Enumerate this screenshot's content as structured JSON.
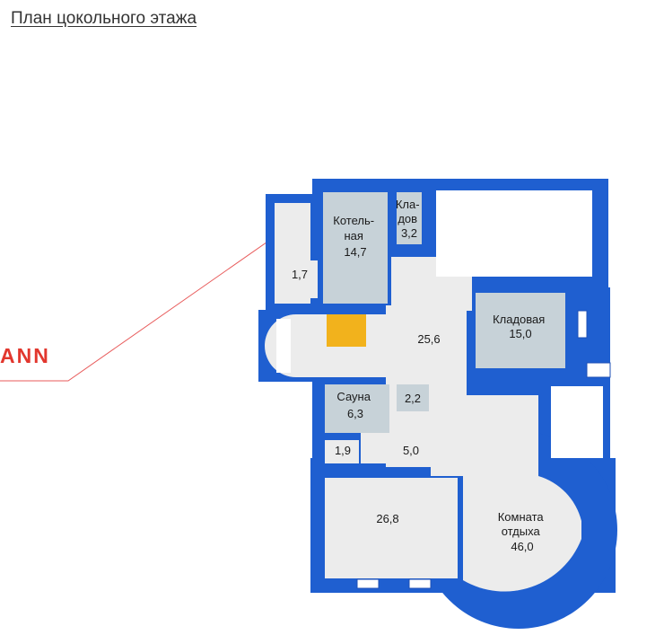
{
  "page": {
    "title": "План цокольного этажа",
    "brand_fragment": "ANN"
  },
  "colors": {
    "wall": "#1f5fd0",
    "wall_dark": "#1c4fb6",
    "floor": "#ececec",
    "tile": "#c7d2d8",
    "stairs": "#f2b21c",
    "leader_line": "#e85b5b",
    "brand": "#e2372e"
  },
  "rooms": [
    {
      "id": "boiler",
      "lines": [
        "Котель-",
        "ная",
        "14,7"
      ]
    },
    {
      "id": "pantry-small",
      "lines": [
        "Кла-",
        "дов",
        "3,2"
      ]
    },
    {
      "id": "hall-top-left",
      "lines": [
        "1,7"
      ]
    },
    {
      "id": "hall",
      "lines": [
        "25,6"
      ]
    },
    {
      "id": "pantry",
      "lines": [
        "Кладовая",
        "15,0"
      ]
    },
    {
      "id": "sauna",
      "lines": [
        "Сауна",
        "6,3"
      ]
    },
    {
      "id": "shower",
      "lines": [
        "2,2"
      ]
    },
    {
      "id": "wc",
      "lines": [
        "1,9"
      ]
    },
    {
      "id": "corridor",
      "lines": [
        "5,0"
      ]
    },
    {
      "id": "room-left",
      "lines": [
        "26,8"
      ]
    },
    {
      "id": "recreation",
      "lines": [
        "Комната",
        "отдыха",
        "46,0"
      ]
    }
  ]
}
